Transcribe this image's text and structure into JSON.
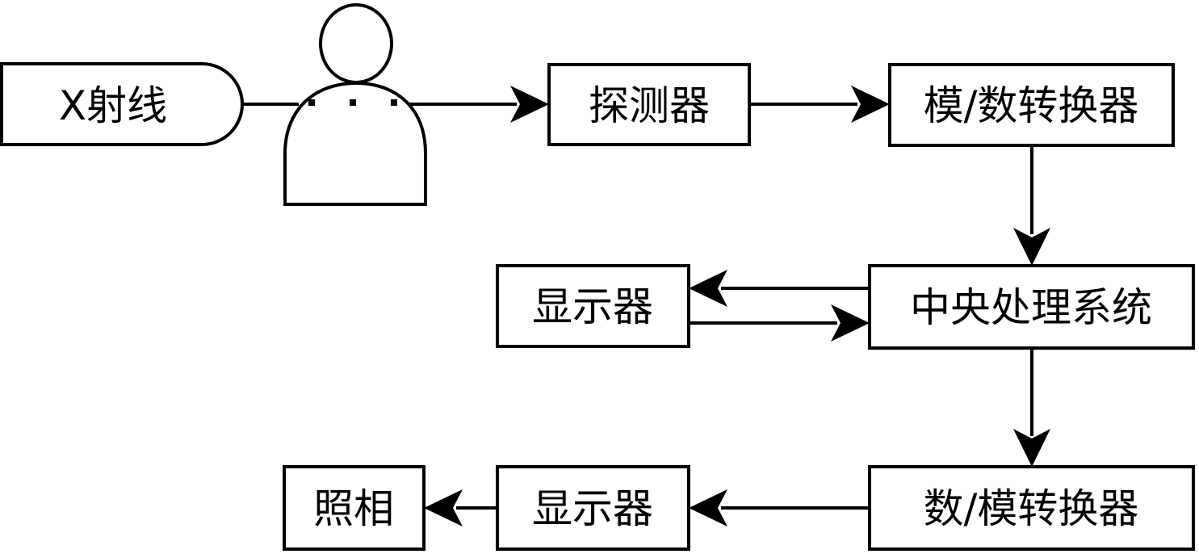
{
  "nodes": {
    "xray": "X射线",
    "detector": "探测器",
    "adc": "模/数转换器",
    "cpu": "中央处理系统",
    "display_top": "显示器",
    "dac": "数/模转换器",
    "display_bottom": "显示器",
    "photo": "照相"
  },
  "icons": {
    "patient": "person-icon"
  },
  "colors": {
    "stroke": "#000000",
    "fill": "#ffffff",
    "text": "#000000"
  }
}
